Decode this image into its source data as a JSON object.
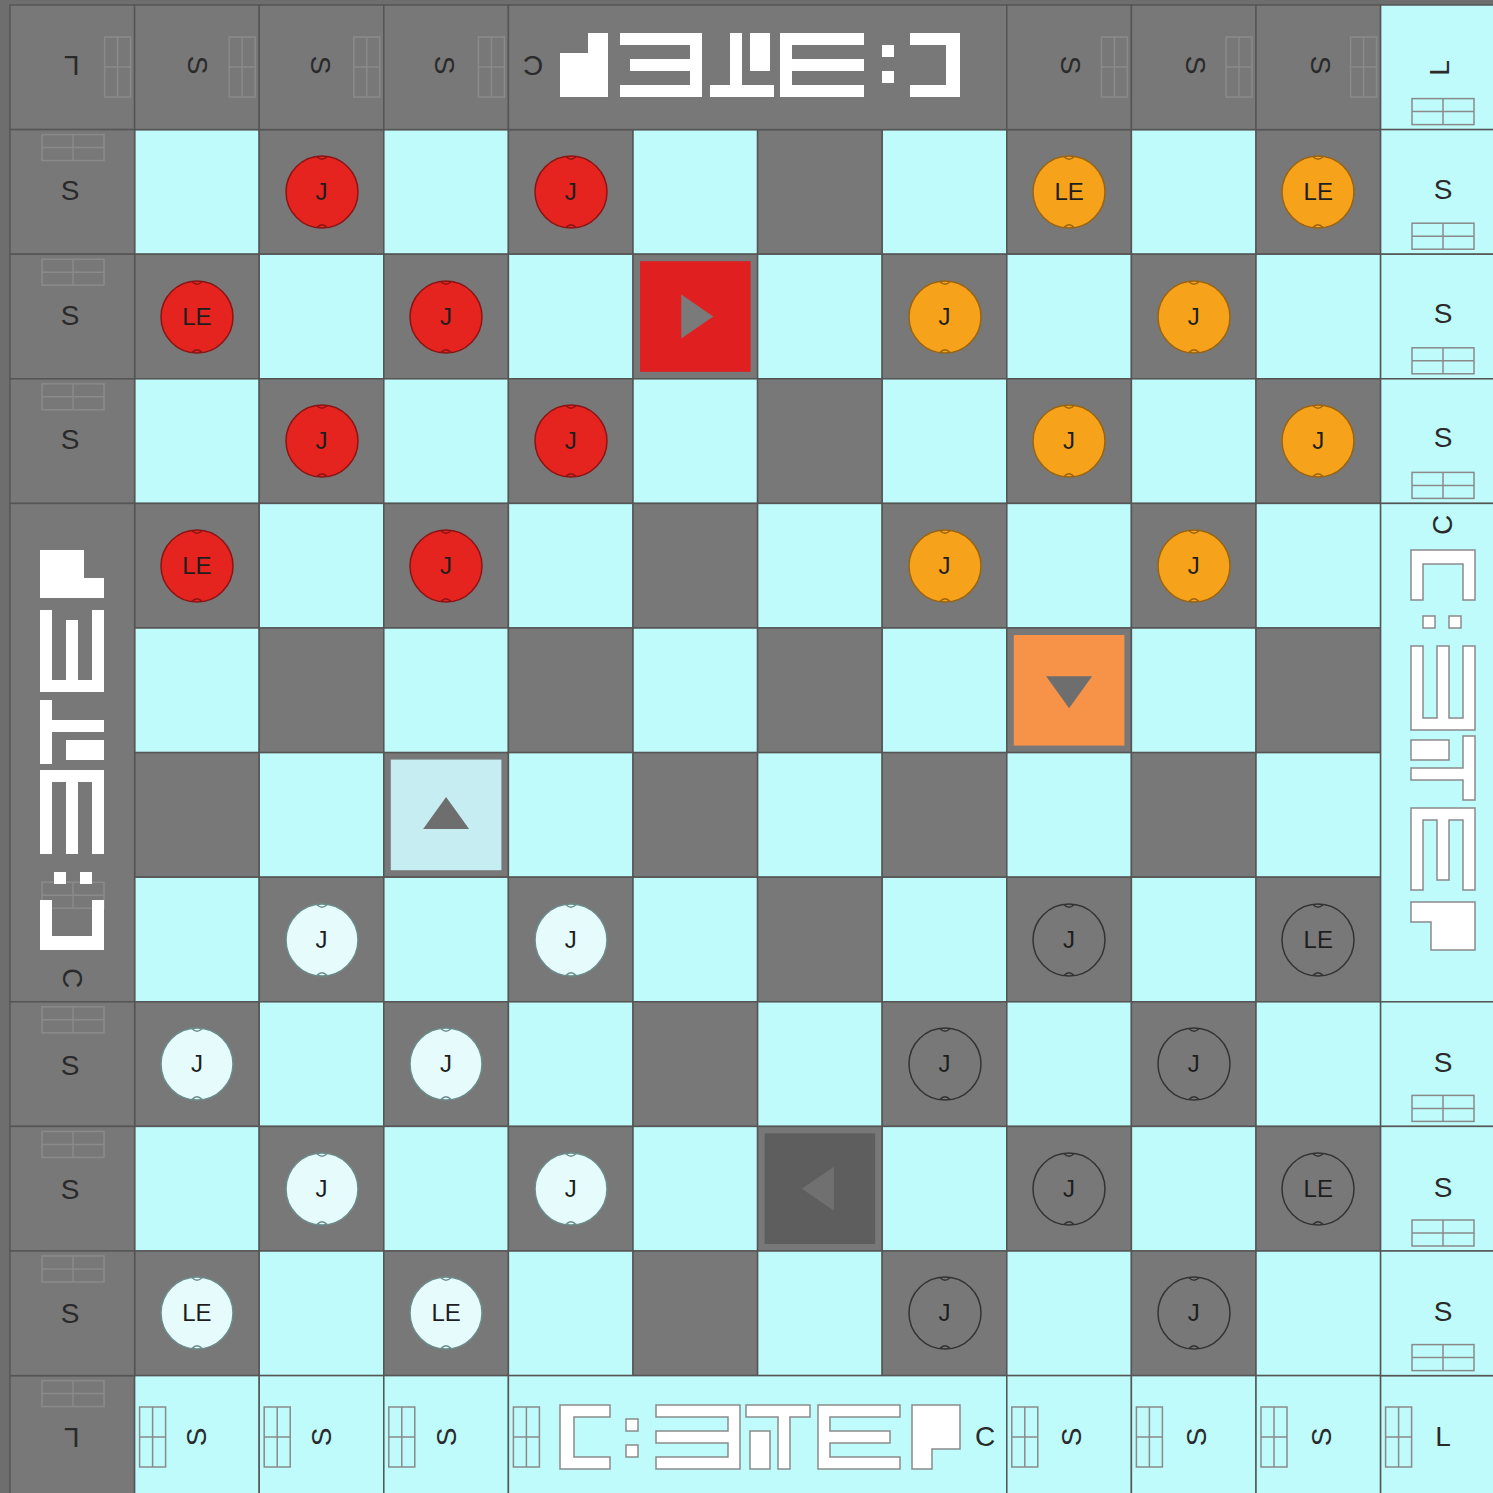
{
  "diagram": {
    "nodes": [
      {
        "text": [
          "J"
        ]
      },
      {
        "text": [
          "J"
        ]
      },
      {
        "text": [
          "LE"
        ]
      },
      {
        "text": [
          "LE"
        ]
      },
      {
        "text": [
          "LE"
        ]
      },
      {
        "text": [
          "J"
        ]
      },
      {
        "text": [
          "J"
        ]
      },
      {
        "text": [
          "J"
        ]
      },
      {
        "text": [
          "J"
        ]
      },
      {
        "text": [
          "J"
        ]
      },
      {
        "text": [
          "J"
        ]
      },
      {
        "text": [
          "J"
        ]
      },
      {
        "text": [
          "LE"
        ]
      },
      {
        "text": [
          "J"
        ]
      },
      {
        "text": [
          "J"
        ]
      },
      {
        "text": [
          "J"
        ]
      },
      {
        "text": [
          "J"
        ]
      },
      {
        "text": [
          "J"
        ]
      },
      {
        "text": [
          "J"
        ]
      },
      {
        "text": [
          "LE"
        ]
      },
      {
        "text": [
          "J"
        ]
      },
      {
        "text": [
          "J"
        ]
      },
      {
        "text": [
          "J"
        ]
      },
      {
        "text": [
          "J"
        ]
      },
      {
        "text": [
          "J"
        ]
      },
      {
        "text": [
          "J"
        ]
      },
      {
        "text": [
          "J"
        ]
      },
      {
        "text": [
          "LE"
        ]
      },
      {
        "text": [
          "LE"
        ]
      },
      {
        "text": [
          "LE"
        ]
      },
      {
        "text": [
          "J"
        ]
      },
      {
        "text": [
          "J"
        ]
      }
    ],
    "labels": [
      "L",
      "S",
      "S",
      "S",
      "C",
      "S",
      "S",
      "S",
      "L",
      "S",
      "S",
      "S",
      "S",
      "S",
      "S",
      "C",
      "C",
      "S",
      "S",
      "S",
      "S",
      "S",
      "S",
      "L",
      "S",
      "S",
      "S",
      "C",
      "S",
      "S",
      "S",
      "L"
    ]
  }
}
